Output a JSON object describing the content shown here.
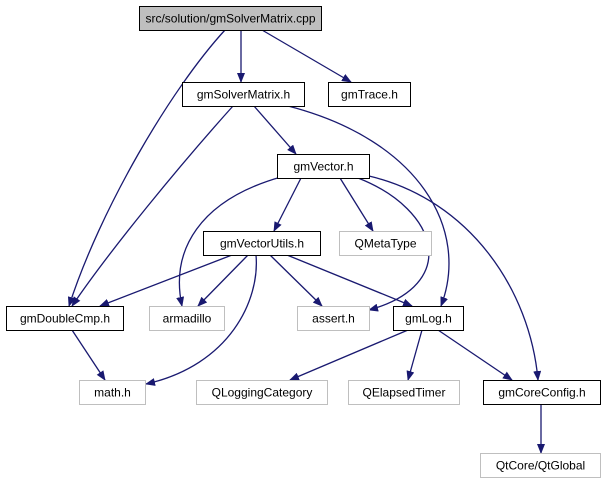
{
  "nodes": [
    {
      "id": "n0",
      "label": "src/solution/gmSolverMatrix.cpp",
      "kind": "root"
    },
    {
      "id": "n1",
      "label": "gmSolverMatrix.h",
      "kind": "local"
    },
    {
      "id": "n2",
      "label": "gmTrace.h",
      "kind": "local"
    },
    {
      "id": "n3",
      "label": "gmVector.h",
      "kind": "local"
    },
    {
      "id": "n4",
      "label": "gmVectorUtils.h",
      "kind": "local"
    },
    {
      "id": "n5",
      "label": "QMetaType",
      "kind": "external"
    },
    {
      "id": "n6",
      "label": "gmDoubleCmp.h",
      "kind": "local"
    },
    {
      "id": "n7",
      "label": "armadillo",
      "kind": "external"
    },
    {
      "id": "n8",
      "label": "assert.h",
      "kind": "external"
    },
    {
      "id": "n9",
      "label": "gmLog.h",
      "kind": "local"
    },
    {
      "id": "n10",
      "label": "math.h",
      "kind": "external"
    },
    {
      "id": "n11",
      "label": "QLoggingCategory",
      "kind": "external"
    },
    {
      "id": "n12",
      "label": "QElapsedTimer",
      "kind": "external"
    },
    {
      "id": "n13",
      "label": "gmCoreConfig.h",
      "kind": "local"
    },
    {
      "id": "n14",
      "label": "QtCore/QtGlobal",
      "kind": "external"
    }
  ],
  "edges": [
    {
      "from": "n0",
      "to": "n1"
    },
    {
      "from": "n0",
      "to": "n2"
    },
    {
      "from": "n0",
      "to": "n6"
    },
    {
      "from": "n1",
      "to": "n3"
    },
    {
      "from": "n1",
      "to": "n6"
    },
    {
      "from": "n1",
      "to": "n9"
    },
    {
      "from": "n3",
      "to": "n4"
    },
    {
      "from": "n3",
      "to": "n5"
    },
    {
      "from": "n3",
      "to": "n7"
    },
    {
      "from": "n3",
      "to": "n8"
    },
    {
      "from": "n3",
      "to": "n13"
    },
    {
      "from": "n4",
      "to": "n6"
    },
    {
      "from": "n4",
      "to": "n7"
    },
    {
      "from": "n4",
      "to": "n8"
    },
    {
      "from": "n4",
      "to": "n9"
    },
    {
      "from": "n4",
      "to": "n10"
    },
    {
      "from": "n6",
      "to": "n10"
    },
    {
      "from": "n9",
      "to": "n11"
    },
    {
      "from": "n9",
      "to": "n12"
    },
    {
      "from": "n9",
      "to": "n13"
    },
    {
      "from": "n13",
      "to": "n14"
    }
  ],
  "colors": {
    "edge": "#191970",
    "root_fill": "#bfbfbf",
    "local_border": "#000000",
    "external_border": "#bfbfbf",
    "text": "#000000"
  }
}
